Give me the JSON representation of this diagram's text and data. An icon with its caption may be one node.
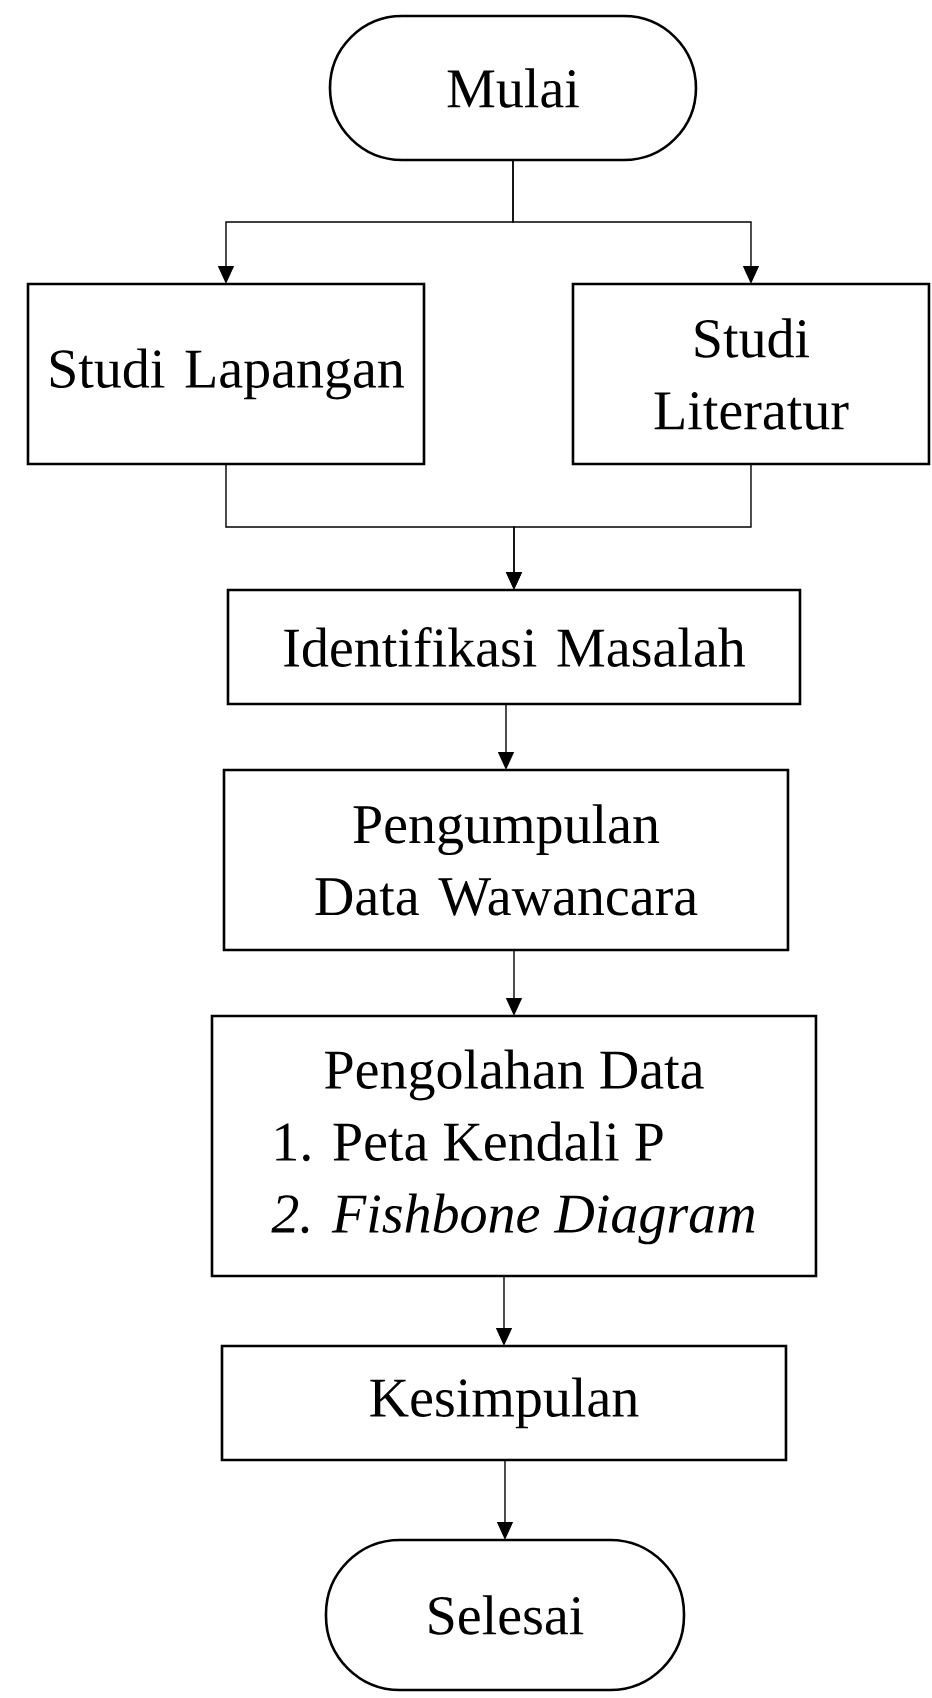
{
  "diagram": {
    "nodes": [
      {
        "text": [
          "Mulai"
        ]
      },
      {
        "text": [
          "Studi Lapangan"
        ]
      },
      {
        "text": [
          "Studi Literatur"
        ]
      },
      {
        "text": [
          "Identifikasi Masalah"
        ]
      },
      {
        "text": [
          "Pengumpulan Data Wawancara"
        ]
      },
      {
        "text": [
          "Pengolahan Data",
          "1. Peta Kendali P",
          "2. Fishbone Diagram"
        ]
      },
      {
        "text": [
          "Kesimpulan"
        ]
      },
      {
        "text": [
          "Selesai"
        ]
      }
    ],
    "edges": [
      {
        "from": 0,
        "to": 1,
        "arrow": "to"
      },
      {
        "from": 0,
        "to": 2,
        "arrow": "to"
      },
      {
        "from": 1,
        "to": 3,
        "arrow": "to"
      },
      {
        "from": 2,
        "to": 3,
        "arrow": "to"
      },
      {
        "from": 3,
        "to": 4,
        "arrow": "to"
      },
      {
        "from": 4,
        "to": 5,
        "arrow": "to"
      },
      {
        "from": 5,
        "to": 6,
        "arrow": "to"
      },
      {
        "from": 6,
        "to": 7,
        "arrow": "to"
      }
    ]
  }
}
